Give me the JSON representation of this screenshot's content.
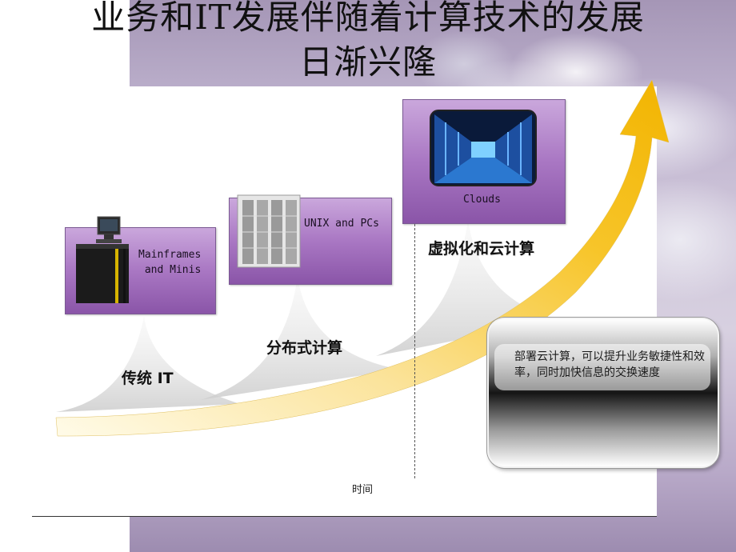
{
  "slide": {
    "title_line1": "业务和IT发展伴随着计算技术的发展",
    "title_line2": "日渐兴隆"
  },
  "stages": [
    {
      "box_label": "Mainframes\n and Minis",
      "stage_label": "传统 IT",
      "image": "mainframe-computer-image"
    },
    {
      "box_label": "UNIX and PCs",
      "stage_label": "分布式计算",
      "image": "server-rack-image"
    },
    {
      "box_label": "Clouds",
      "stage_label": "虚拟化和云计算",
      "image": "datacenter-aisle-image"
    }
  ],
  "axis": {
    "x_label": "时间"
  },
  "callout": {
    "text": "部署云计算，可以提升业务敏捷性和效率，同时加快信息的交换速度"
  },
  "colors": {
    "arrow": "#f4b800",
    "box": "#a977c3",
    "band": "#bcb0cc"
  }
}
